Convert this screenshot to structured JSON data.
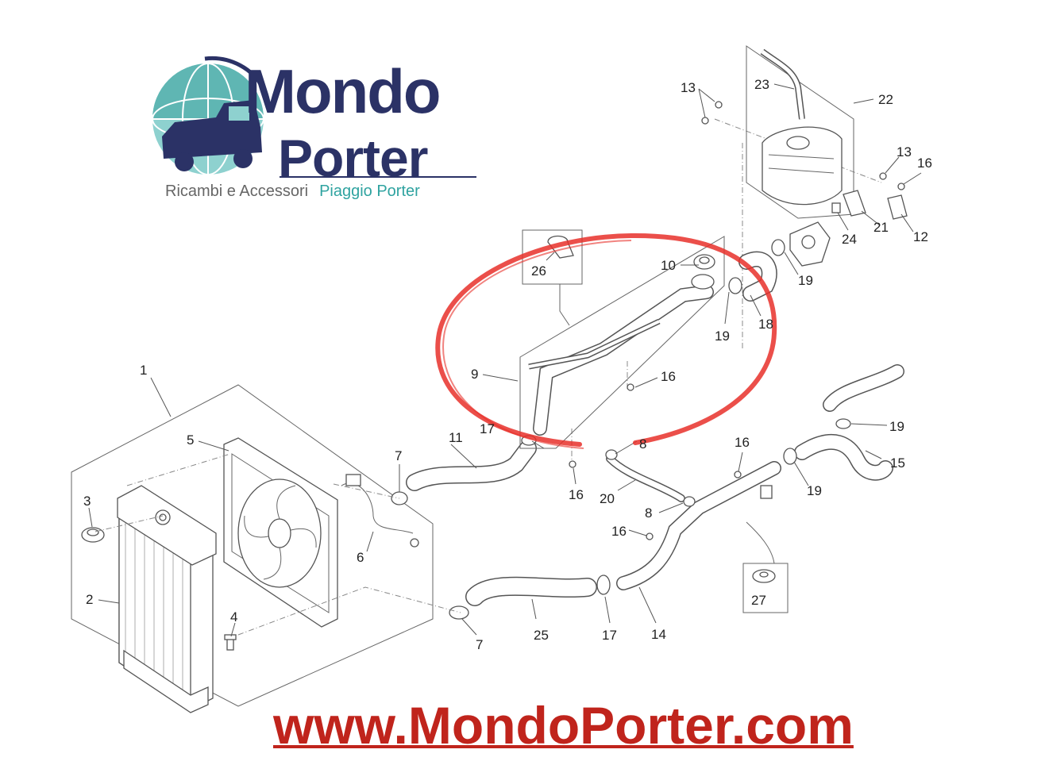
{
  "logo": {
    "word_1": "Mondo",
    "word_2": "Porter",
    "tagline_left": "Ricambi e Accessori",
    "tagline_right": "Piaggio Porter",
    "colors": {
      "navy": "#2b3266",
      "teal": "#2fa3a0",
      "gray": "#666666"
    }
  },
  "website": {
    "text": "www.MondoPorter.com",
    "color": "#c0241c"
  },
  "highlight": {
    "color": "#e8302a",
    "encircled_callouts": [
      "26",
      "10",
      "9",
      "17",
      "8"
    ]
  },
  "callouts": [
    {
      "id": "c1",
      "label": "1"
    },
    {
      "id": "c2",
      "label": "2"
    },
    {
      "id": "c3",
      "label": "3"
    },
    {
      "id": "c4",
      "label": "4"
    },
    {
      "id": "c5",
      "label": "5"
    },
    {
      "id": "c6",
      "label": "6"
    },
    {
      "id": "c7a",
      "label": "7"
    },
    {
      "id": "c7b",
      "label": "7"
    },
    {
      "id": "c8a",
      "label": "8"
    },
    {
      "id": "c8b",
      "label": "8"
    },
    {
      "id": "c9",
      "label": "9"
    },
    {
      "id": "c10",
      "label": "10"
    },
    {
      "id": "c11",
      "label": "11"
    },
    {
      "id": "c12",
      "label": "12"
    },
    {
      "id": "c13a",
      "label": "13"
    },
    {
      "id": "c13b",
      "label": "13"
    },
    {
      "id": "c14",
      "label": "14"
    },
    {
      "id": "c15",
      "label": "15"
    },
    {
      "id": "c16a",
      "label": "16"
    },
    {
      "id": "c16b",
      "label": "16"
    },
    {
      "id": "c16c",
      "label": "16"
    },
    {
      "id": "c16d",
      "label": "16"
    },
    {
      "id": "c16e",
      "label": "16"
    },
    {
      "id": "c17a",
      "label": "17"
    },
    {
      "id": "c17b",
      "label": "17"
    },
    {
      "id": "c18",
      "label": "18"
    },
    {
      "id": "c19a",
      "label": "19"
    },
    {
      "id": "c19b",
      "label": "19"
    },
    {
      "id": "c19c",
      "label": "19"
    },
    {
      "id": "c19d",
      "label": "19"
    },
    {
      "id": "c20",
      "label": "20"
    },
    {
      "id": "c21",
      "label": "21"
    },
    {
      "id": "c22",
      "label": "22"
    },
    {
      "id": "c23",
      "label": "23"
    },
    {
      "id": "c24",
      "label": "24"
    },
    {
      "id": "c25",
      "label": "25"
    },
    {
      "id": "c26",
      "label": "26"
    },
    {
      "id": "c27",
      "label": "27"
    }
  ]
}
